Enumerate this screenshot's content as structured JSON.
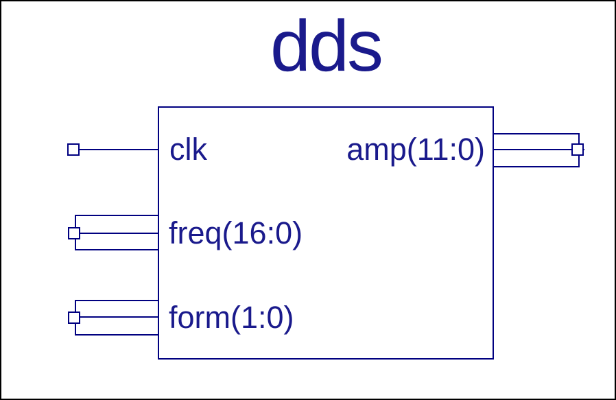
{
  "diagram": {
    "title": "dds",
    "colors": {
      "frame": "#000000",
      "background": "#ffffff",
      "line": "#000080",
      "text": "#1a1a8c"
    },
    "block": {
      "name": "dds",
      "inputs": [
        {
          "name": "clk",
          "label": "clk",
          "type": "wire"
        },
        {
          "name": "freq",
          "label": "freq(16:0)",
          "type": "bus"
        },
        {
          "name": "form",
          "label": "form(1:0)",
          "type": "bus"
        }
      ],
      "outputs": [
        {
          "name": "amp",
          "label": "amp(11:0)",
          "type": "bus"
        }
      ]
    }
  }
}
